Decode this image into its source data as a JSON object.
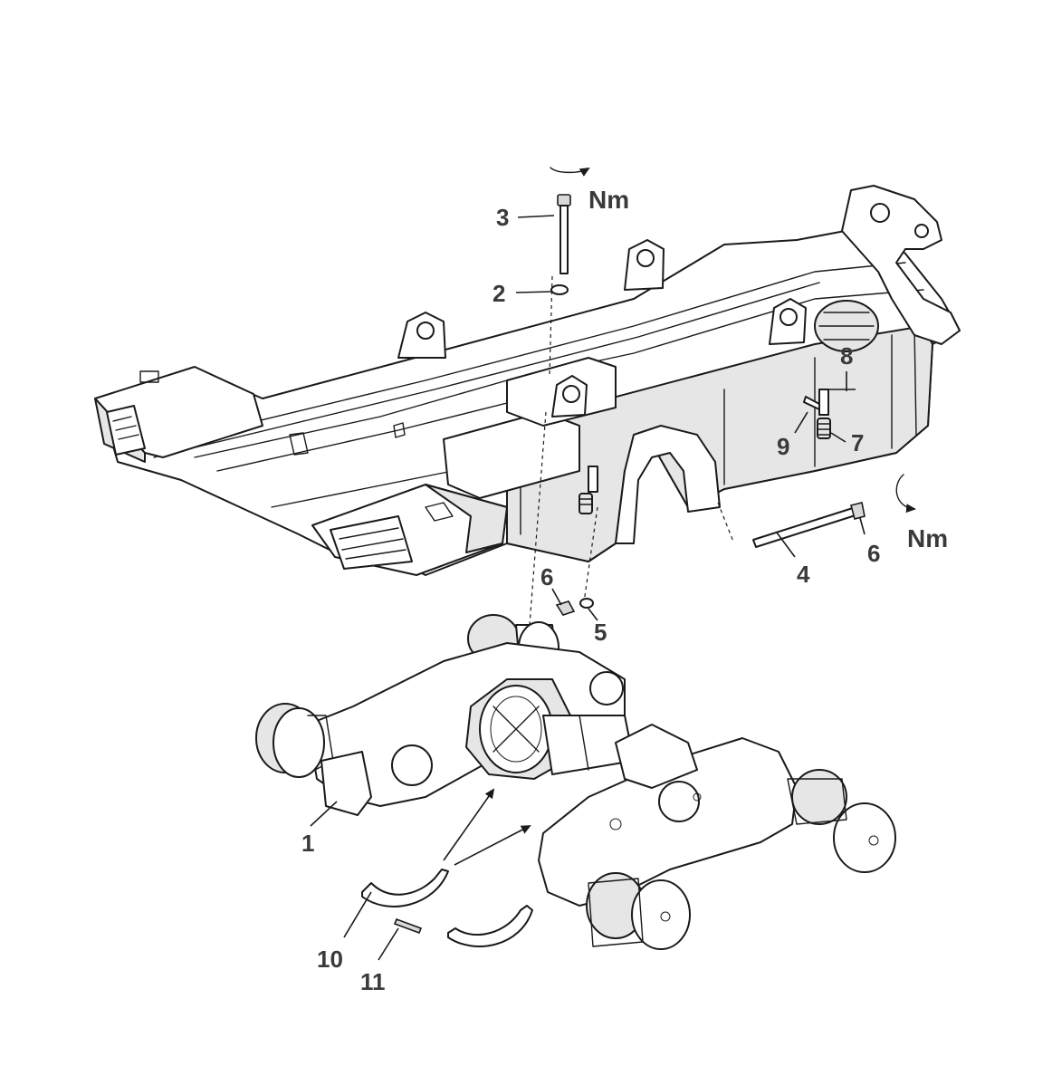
{
  "callouts": {
    "c1": "1",
    "c2": "2",
    "c3": "3",
    "c4": "4",
    "c5": "5",
    "c6a": "6",
    "c6b": "6",
    "c7": "7",
    "c8": "8",
    "c9": "9",
    "c10": "10",
    "c11": "11"
  },
  "torque_labels": {
    "top": "Nm",
    "right": "Nm"
  },
  "icons": {
    "torque_arrow_top": "rotate-arrow-icon",
    "torque_arrow_right": "rotate-arrow-icon",
    "direction_arrows": "arrow-icon"
  }
}
